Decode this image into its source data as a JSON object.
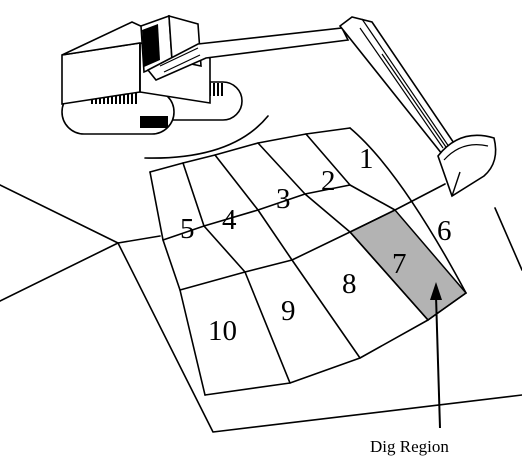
{
  "diagram": {
    "regions": [
      {
        "label": "1"
      },
      {
        "label": "2"
      },
      {
        "label": "3"
      },
      {
        "label": "4"
      },
      {
        "label": "5"
      },
      {
        "label": "6"
      },
      {
        "label": "7",
        "highlighted": true
      },
      {
        "label": "8"
      },
      {
        "label": "9"
      },
      {
        "label": "10"
      }
    ],
    "caption": "Dig Region",
    "colors": {
      "highlight": "#b3b3b3",
      "stroke": "#000000",
      "background": "#ffffff"
    }
  }
}
